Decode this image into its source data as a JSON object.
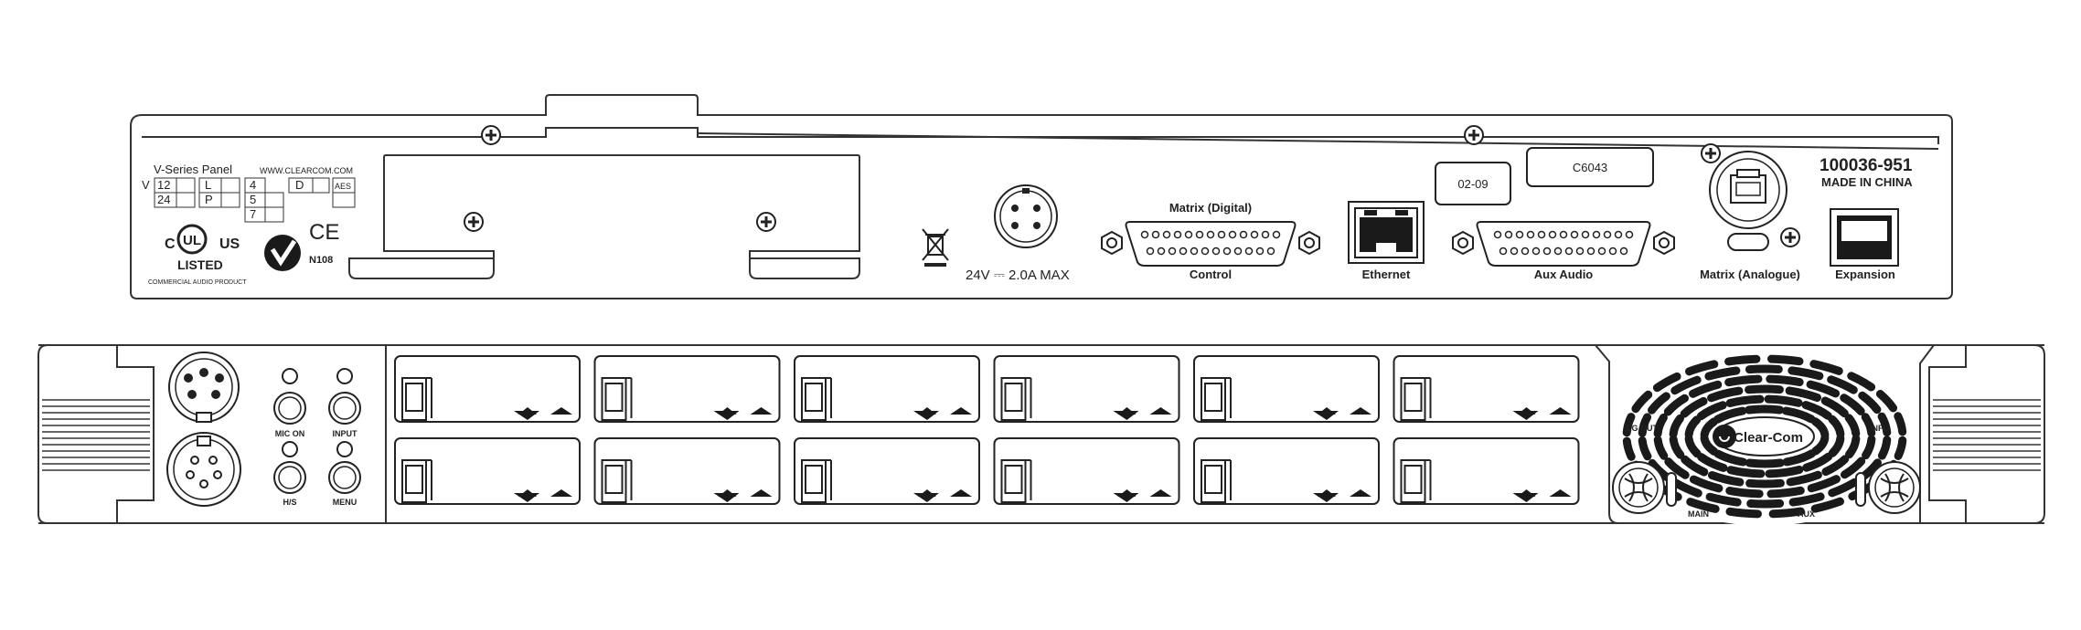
{
  "rear_panel": {
    "brand_block": {
      "series_label": "V-Series Panel",
      "url": "WWW.CLEARCOM.COM",
      "v_label": "V",
      "grid_col1": [
        "12",
        "24"
      ],
      "grid_col2": [
        "L",
        "P"
      ],
      "grid_col3": [
        "4",
        "5",
        "7"
      ],
      "grid_d": "D",
      "grid_aes": "AES"
    },
    "cert": {
      "ul_c": "C",
      "ul_us": "US",
      "ul_listed": "LISTED",
      "ul_sub": "COMMERCIAL AUDIO PRODUCT",
      "ce": "CE",
      "ctick_code": "N108"
    },
    "power_rating": "24V ⎓ 2.0A MAX",
    "ports": {
      "matrix_digital_label": "Matrix (Digital)",
      "control_label": "Control",
      "ethernet_label": "Ethernet",
      "aux_audio_label": "Aux Audio",
      "matrix_analogue_label": "Matrix (Analogue)",
      "expansion_label": "Expansion"
    },
    "tags": {
      "tag_a": "02-09",
      "tag_b": "C6043"
    },
    "part_number": "100036-951",
    "made_in": "MADE IN CHINA"
  },
  "front_panel": {
    "button_labels": {
      "mic_on": "MIC ON",
      "input": "INPUT",
      "hs": "H/S",
      "menu": "MENU"
    },
    "speaker_labels": {
      "lg_out": "LG OUT",
      "info": "INFO",
      "main": "MAIN",
      "aux": "AUX"
    },
    "logo_text": "Clear-Com",
    "key_rows": 2,
    "key_cols": 6
  },
  "colors": {
    "line": "#333333",
    "fill_dark": "#1a1a1a",
    "bg": "#ffffff"
  }
}
